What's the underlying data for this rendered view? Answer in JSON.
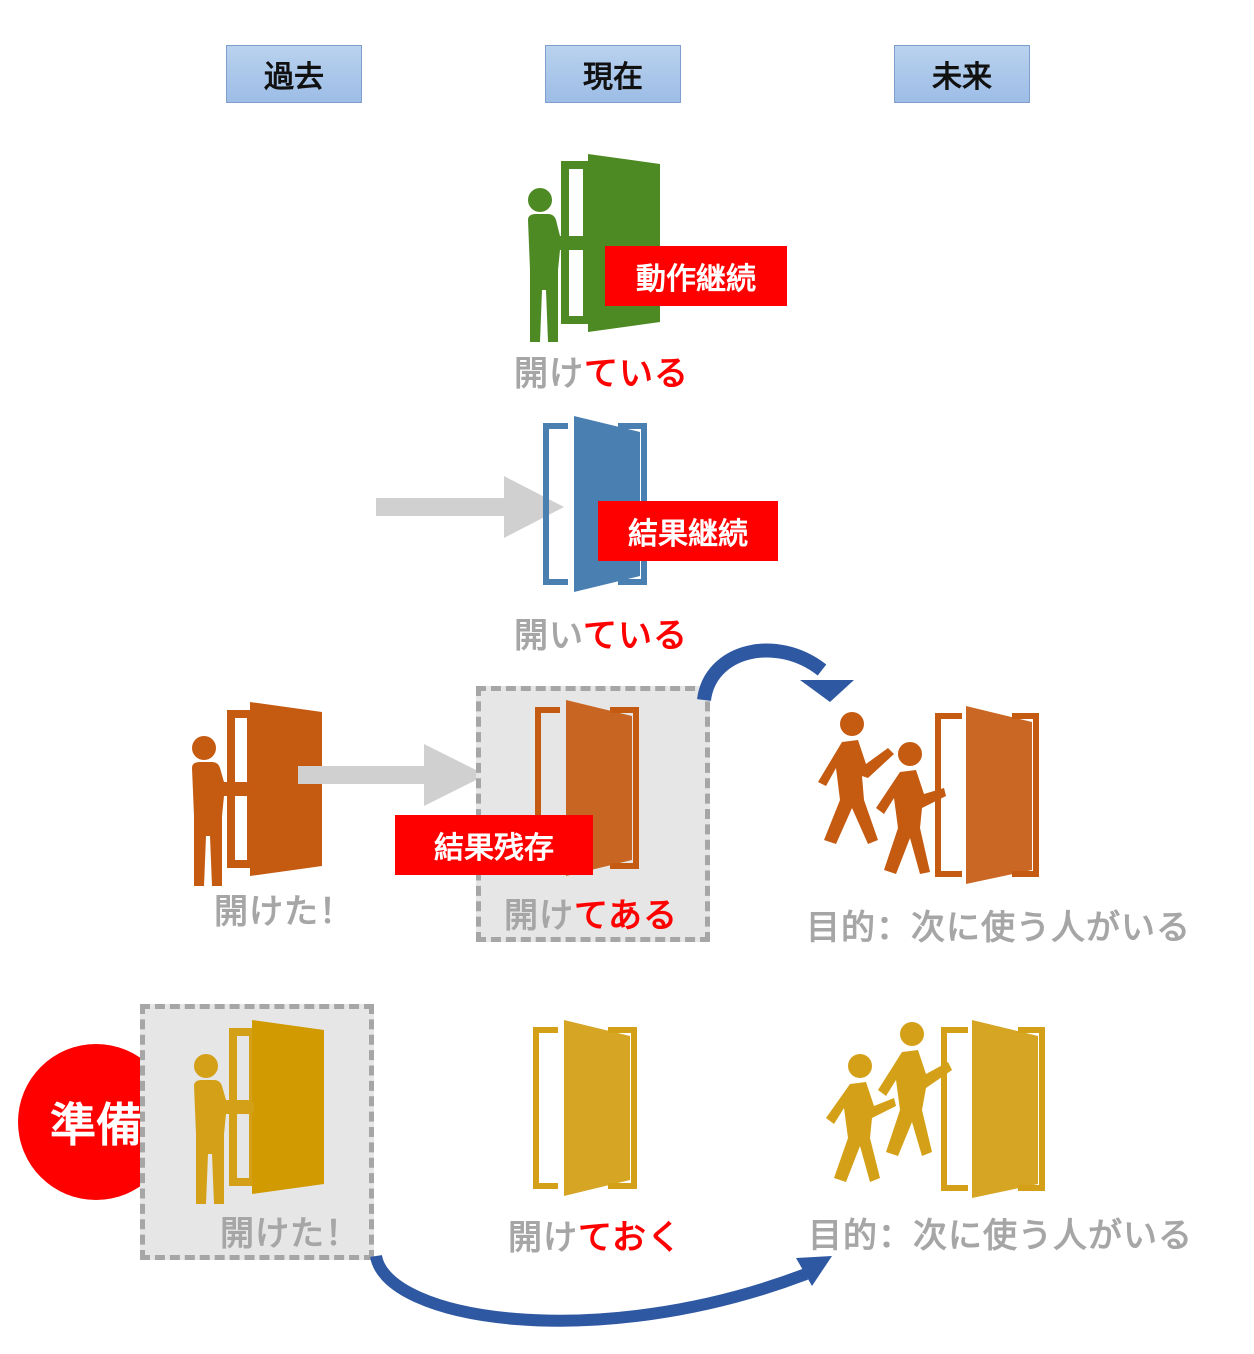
{
  "headers": {
    "past": "過去",
    "present": "現在",
    "future": "未来"
  },
  "rows": {
    "row1": {
      "tag": "動作継続",
      "caption_main": "開け",
      "caption_suffix": "ている",
      "color": "#4e8a23"
    },
    "row2": {
      "tag": "結果継続",
      "caption_main": "開い",
      "caption_suffix": "ている",
      "color": "#4a7fb2"
    },
    "row3": {
      "past_caption": "開けた！",
      "tag": "結果残存",
      "caption_main": "開け",
      "caption_suffix": "てある",
      "future_caption": "目的：次に使う人がいる",
      "color": "#c55a11"
    },
    "row4": {
      "badge": "準備",
      "past_caption": "開けた！",
      "caption_main": "開け",
      "caption_suffix": "ておく",
      "future_caption": "目的：次に使う人がいる",
      "color": "#d4a017"
    }
  },
  "colors": {
    "header_bg": "#9dbde6",
    "tag_bg": "#ff0000",
    "gray_text": "#a6a6a6",
    "arrow_gray": "#d0d0d0",
    "arrow_blue": "#2f58a3"
  }
}
